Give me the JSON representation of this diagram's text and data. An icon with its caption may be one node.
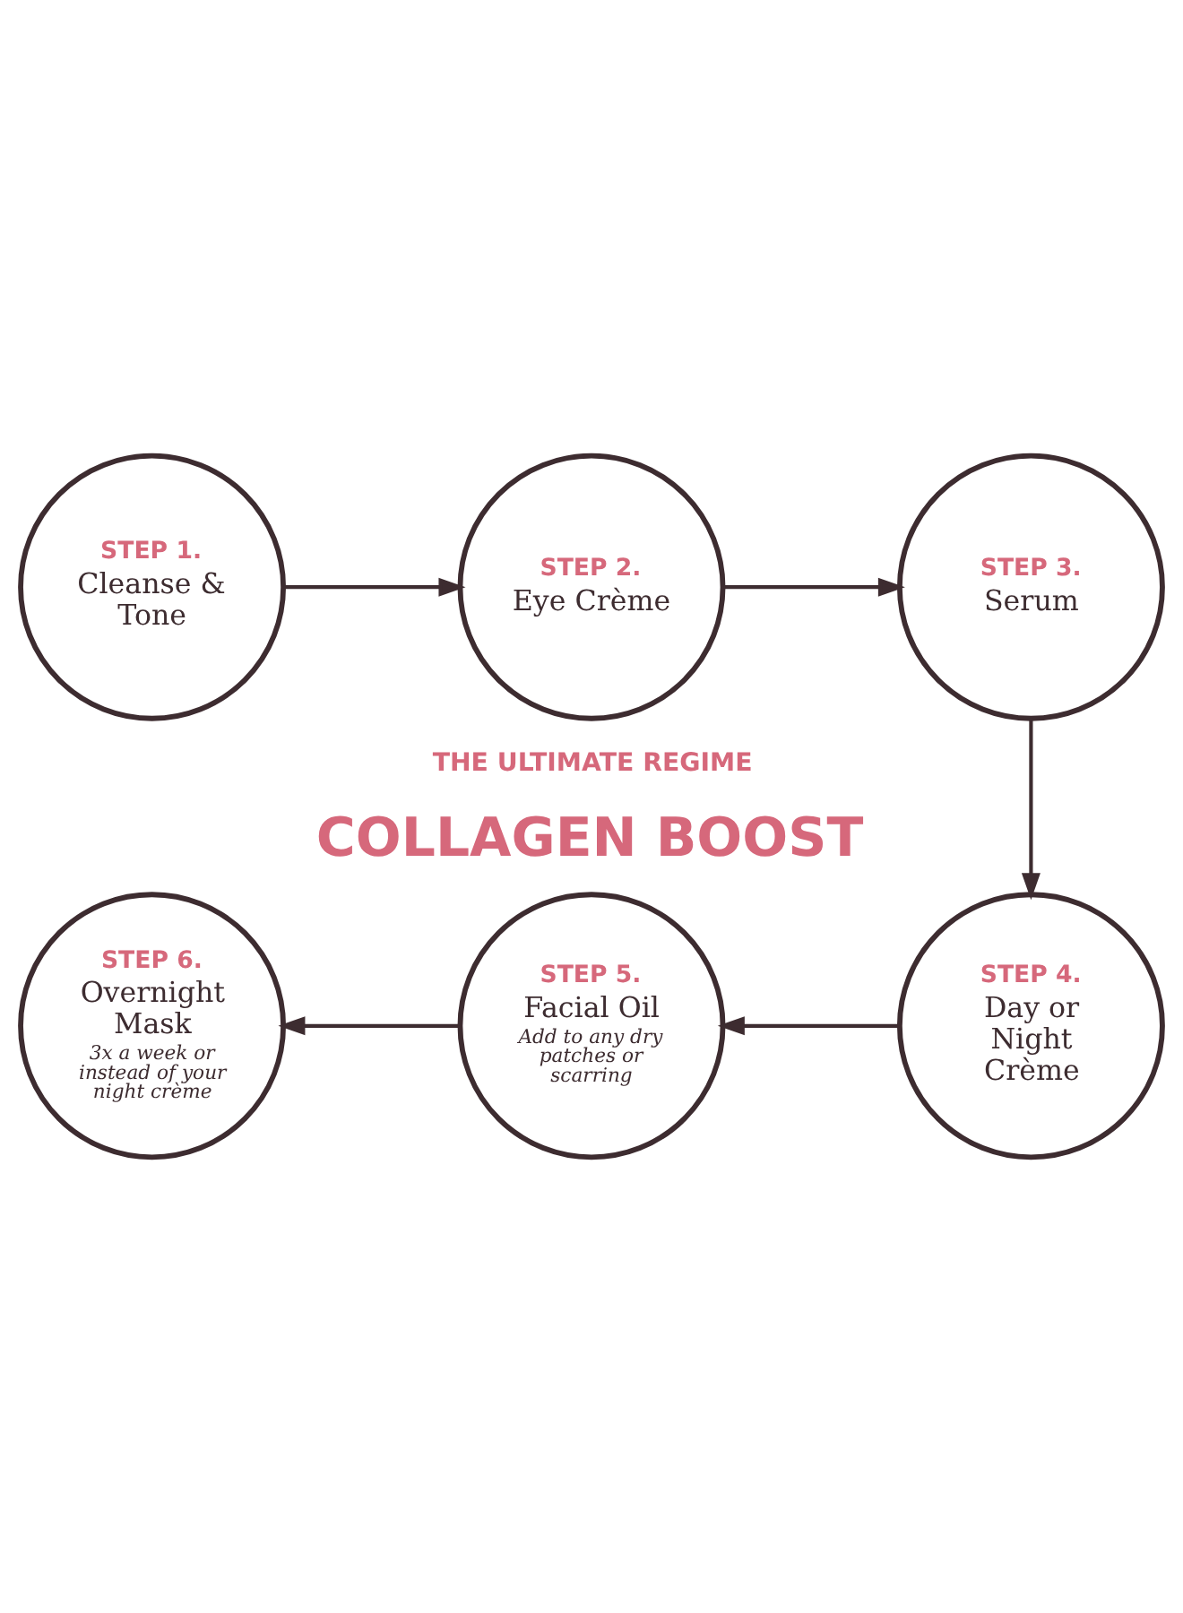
{
  "diagram": {
    "nodes": [
      {
        "text": [
          "STEP 1.",
          "Cleanse & Tone"
        ]
      },
      {
        "text": [
          "STEP 2.",
          "Eye Crème"
        ]
      },
      {
        "text": [
          "STEP 3.",
          "Serum"
        ]
      },
      {
        "text": [
          "STEP 4.",
          "Day or Night Crème"
        ]
      },
      {
        "text": [
          "STEP 5.",
          "Facial Oil",
          "Add to any dry patches or scarring"
        ]
      },
      {
        "text": [
          "STEP 6.",
          "Overnight Mask",
          "3x a week or instead of your night crème"
        ]
      }
    ],
    "edges": [
      {
        "from": 0,
        "to": 1,
        "arrow": "to"
      },
      {
        "from": 1,
        "to": 2,
        "arrow": "to"
      },
      {
        "from": 2,
        "to": 3,
        "arrow": "to"
      },
      {
        "from": 3,
        "to": 4,
        "arrow": "to"
      },
      {
        "from": 4,
        "to": 5,
        "arrow": "to"
      }
    ],
    "labels": [
      "THE ULTIMATE REGIME",
      "COLLAGEN BOOST"
    ]
  }
}
